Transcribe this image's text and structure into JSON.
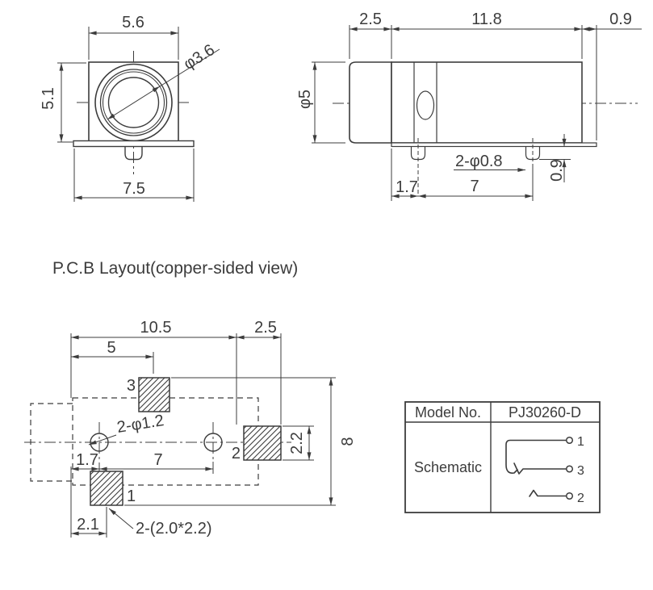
{
  "colors": {
    "ink": "#3c3c3c",
    "background": "#ffffff"
  },
  "section_label": "P.C.B Layout(copper-sided view)",
  "front_view": {
    "dim_top_width": "5.6",
    "dim_left_height": "5.1",
    "dim_bottom_width": "7.5",
    "dim_hole_dia": "φ3.6"
  },
  "side_view": {
    "dim_barrel_length": "2.5",
    "dim_body_length": "11.8",
    "dim_flange_lip": "0.9",
    "dim_barrel_dia": "φ5",
    "dim_pin_dia": "2-φ0.8",
    "dim_pin_offset": "1.7",
    "dim_pin_pitch": "7",
    "dim_pin_length": "0.9"
  },
  "pcb_layout": {
    "dim_overall_width": "10.5",
    "dim_pad2_offset": "2.5",
    "dim_pad3_offset": "5",
    "dim_hole_dia": "2-φ1.2",
    "dim_hole_offset": "1.7",
    "dim_hole_pitch": "7",
    "dim_pad2_height": "2.2",
    "dim_overall_height": "8",
    "dim_pad1_offset": "2.1",
    "dim_pad_size": "2-(2.0*2.2)",
    "pad1_label": "1",
    "pad2_label": "2",
    "pad3_label": "3"
  },
  "spec_table": {
    "model_label": "Model No.",
    "model_value": "PJ30260-D",
    "schematic_label": "Schematic",
    "pin_top_label": "1",
    "pin_middle_label": "3",
    "pin_bottom_label": "2"
  }
}
